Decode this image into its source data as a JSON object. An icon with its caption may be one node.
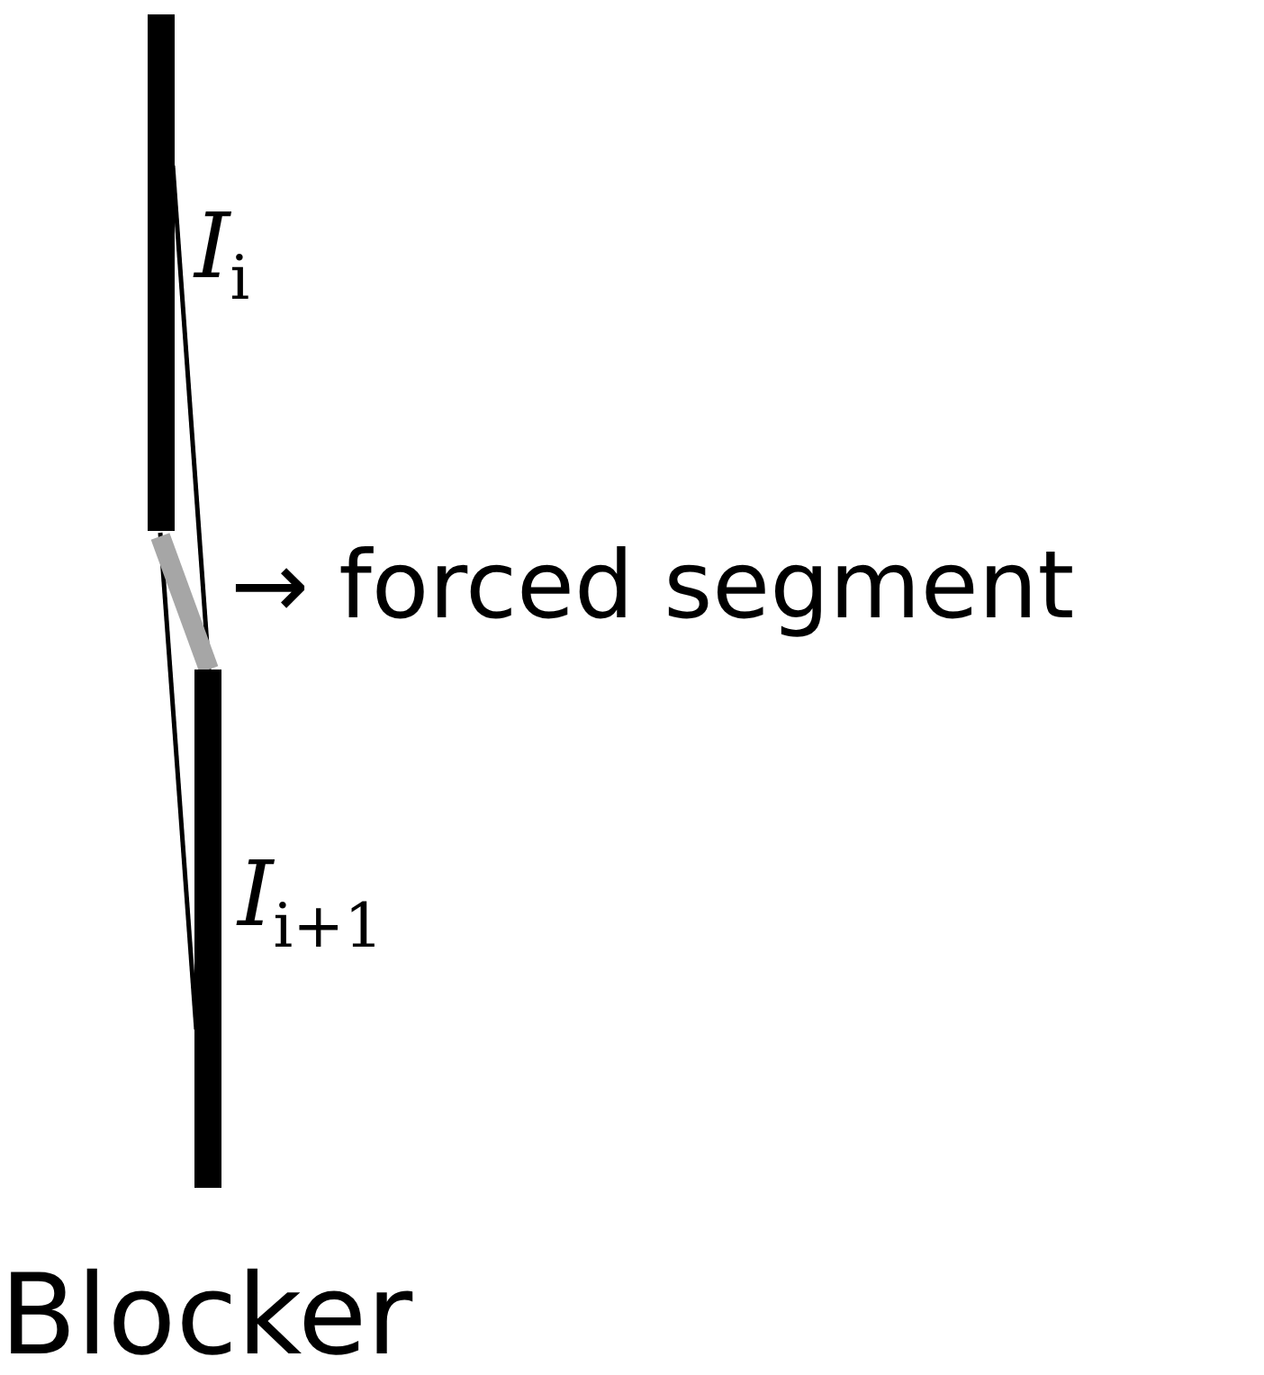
{
  "diagram": {
    "labels": [
      "*I*$_{i}$",
      "→ forced segment",
      "*I*$_{i+1}$",
      "Blocker"
    ]
  }
}
